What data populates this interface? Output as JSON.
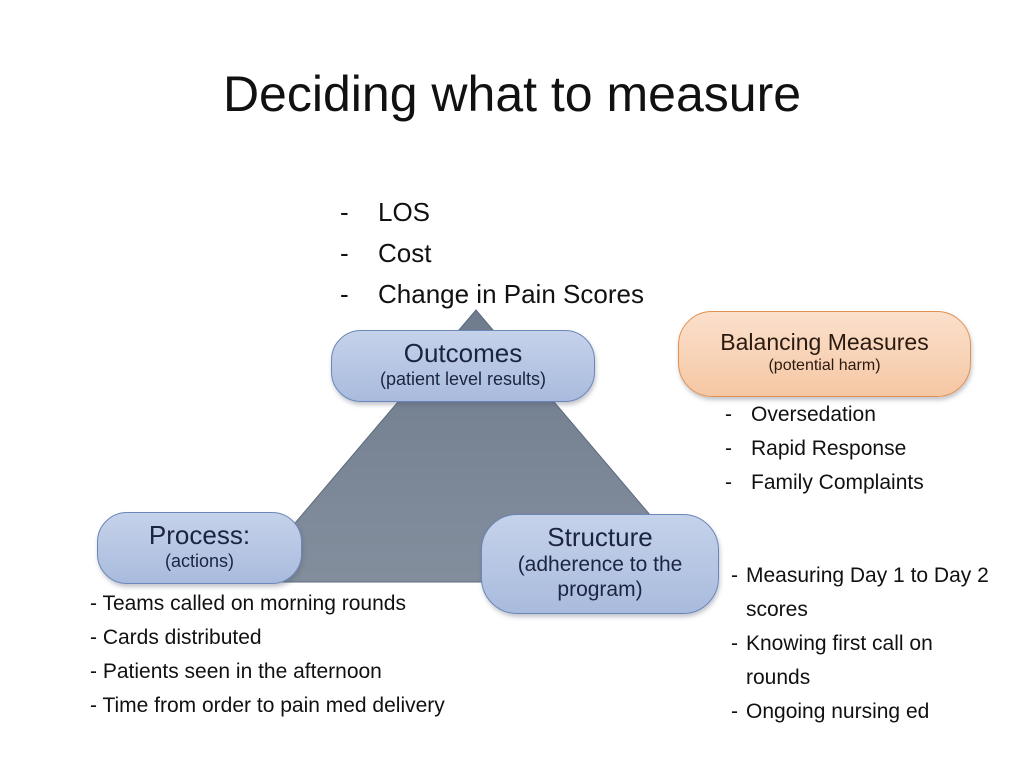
{
  "title": "Deciding what to measure",
  "colors": {
    "triangle": "#7b8797",
    "pill_fill": "#b4c4e2",
    "pill_border": "#6b86b8",
    "balancing_fill": "#f8d3b6",
    "balancing_border": "#e2914f"
  },
  "outcome_list": {
    "items": [
      {
        "dash": "-",
        "text": "LOS"
      },
      {
        "dash": "-",
        "text": "Cost"
      },
      {
        "dash": "-",
        "text": "Change in Pain Scores"
      }
    ]
  },
  "outcomes": {
    "label": "Outcomes",
    "sublabel": "(patient level results)"
  },
  "process": {
    "label": "Process:",
    "sublabel": "(actions)",
    "items": [
      "- Teams called on morning rounds",
      "- Cards distributed",
      "- Patients seen in the afternoon",
      "- Time from order to pain med delivery"
    ]
  },
  "structure": {
    "label": "Structure",
    "sublabel": "(adherence to the program)",
    "items": [
      {
        "dash": "-",
        "text": "Measuring Day 1 to Day 2 scores"
      },
      {
        "dash": "-",
        "text": "Knowing first call on rounds"
      },
      {
        "dash": "-",
        "text": "Ongoing nursing ed"
      }
    ]
  },
  "balancing": {
    "label": "Balancing Measures",
    "sublabel": "(potential harm)",
    "items": [
      {
        "dash": "-",
        "text": "Oversedation"
      },
      {
        "dash": "-",
        "text": "Rapid Response"
      },
      {
        "dash": "-",
        "text": "Family Complaints"
      }
    ]
  }
}
